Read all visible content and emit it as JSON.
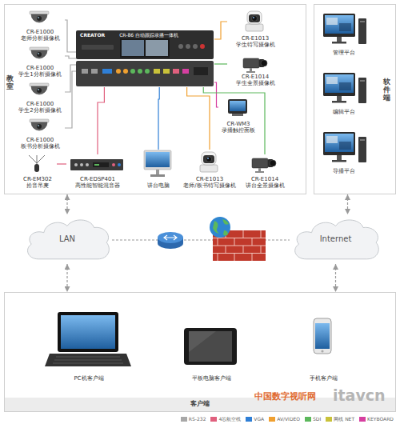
{
  "diagram": {
    "nodes": [
      {
        "text": [
          "教室"
        ]
      },
      {
        "text": [
          "软件端"
        ]
      },
      {
        "text": [
          "CREATOR",
          "CR-86 自动跟踪录播一体机"
        ],
        "in": 0
      },
      {
        "text": [
          "CR-E1000",
          "老师分析摄像机"
        ],
        "in": 0
      },
      {
        "text": [
          "CR-E1000",
          "学生1分析摄像机"
        ],
        "in": 0
      },
      {
        "text": [
          "CR-E1000",
          "学生2分析摄像机"
        ],
        "in": 0
      },
      {
        "text": [
          "CR-E1000",
          "板书分析摄像机"
        ],
        "in": 0
      },
      {
        "text": [
          "CR-E1013",
          "学生特写摄像机"
        ],
        "in": 0
      },
      {
        "text": [
          "CR-E1014",
          "学生全景摄像机"
        ],
        "in": 0
      },
      {
        "text": [
          "CR-WM3",
          "录播触控面板"
        ],
        "in": 0
      },
      {
        "text": [
          "CR-EM302",
          "拾音吊麦"
        ],
        "in": 0
      },
      {
        "text": [
          "CR-EDSP401",
          "高性能智能混音器"
        ],
        "in": 0
      },
      {
        "text": [
          "讲台电脑"
        ],
        "in": 0
      },
      {
        "text": [
          "CR-E1013",
          "老师/板书特写摄像机"
        ],
        "in": 0
      },
      {
        "text": [
          "CR-E1014",
          "讲台全景摄像机"
        ],
        "in": 0
      },
      {
        "text": [
          "管理平台"
        ],
        "in": 1
      },
      {
        "text": [
          "编辑平台"
        ],
        "in": 1
      },
      {
        "text": [
          "导播平台"
        ],
        "in": 1
      },
      {
        "text": [
          "LAN"
        ]
      },
      {
        "text": [
          "Internet"
        ]
      },
      {
        "text": [
          "客户端"
        ]
      },
      {
        "text": [
          "PC机客户端"
        ],
        "in": 20
      },
      {
        "text": [
          "平板电脑客户端"
        ],
        "in": 20
      },
      {
        "text": [
          "手机客户端"
        ],
        "in": 20
      }
    ],
    "edges": [
      {
        "from": 3,
        "to": 2,
        "arrow": "none"
      },
      {
        "from": 4,
        "to": 2,
        "arrow": "none"
      },
      {
        "from": 5,
        "to": 2,
        "arrow": "none"
      },
      {
        "from": 6,
        "to": 2,
        "arrow": "none"
      },
      {
        "from": 2,
        "to": 7,
        "arrow": "none"
      },
      {
        "from": 2,
        "to": 8,
        "arrow": "none"
      },
      {
        "from": 2,
        "to": 9,
        "arrow": "none"
      },
      {
        "from": 10,
        "to": 11,
        "arrow": "none"
      },
      {
        "from": 11,
        "to": 2,
        "arrow": "none"
      },
      {
        "from": 12,
        "to": 2,
        "arrow": "none"
      },
      {
        "from": 13,
        "to": 2,
        "arrow": "none"
      },
      {
        "from": 14,
        "to": 2,
        "arrow": "none"
      },
      {
        "from": 0,
        "to": 18,
        "arrow": "both"
      },
      {
        "from": 1,
        "to": 19,
        "arrow": "both"
      },
      {
        "from": 18,
        "to": 19,
        "arrow": "none"
      },
      {
        "from": 18,
        "to": 20,
        "arrow": "both"
      },
      {
        "from": 19,
        "to": 20,
        "arrow": "both"
      }
    ],
    "labels": [
      "中国数字视听网",
      "itavcn"
    ],
    "legend": [
      {
        "text": "RS-232",
        "color": "#a8a8a8"
      },
      {
        "text": "4芯航空线",
        "color": "#e0607e"
      },
      {
        "text": "VGA",
        "color": "#2f7fd6"
      },
      {
        "text": "AV/VIDEO",
        "color": "#f0a030"
      },
      {
        "text": "SDI",
        "color": "#5cb85c"
      },
      {
        "text": "网线 NET",
        "color": "#c9c23a"
      },
      {
        "text": "KEYBOARD",
        "color": "#d63fa0"
      }
    ]
  }
}
